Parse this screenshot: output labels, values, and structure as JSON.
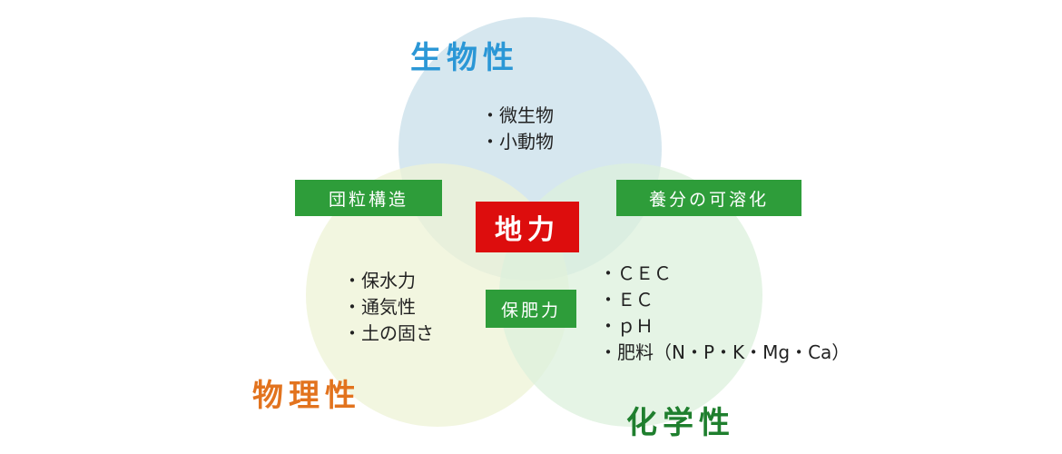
{
  "diagram": {
    "colors": {
      "bio_circle": "#c8dfe9",
      "phys_circle": "#eef3d6",
      "chem_circle": "#dcf0dc",
      "bio_title": "#2b97d6",
      "phys_title": "#e2731e",
      "chem_title": "#1f7f2e",
      "center_box": "#dd0d0d",
      "green_box": "#2e9d3a"
    },
    "center_label": "地力",
    "biological": {
      "title": "生物性",
      "items": [
        "微生物",
        "小動物"
      ]
    },
    "physical": {
      "title": "物理性",
      "items": [
        "保水力",
        "通気性",
        "土の固さ"
      ]
    },
    "chemical": {
      "title": "化学性",
      "items": [
        "ＣＥＣ",
        "ＥＣ",
        "ｐＨ",
        "肥料（N・P・K・Mg・Ca）"
      ]
    },
    "overlaps": {
      "bio_phys": "団粒構造",
      "bio_chem": "養分の可溶化",
      "phys_chem": "保肥力"
    }
  }
}
